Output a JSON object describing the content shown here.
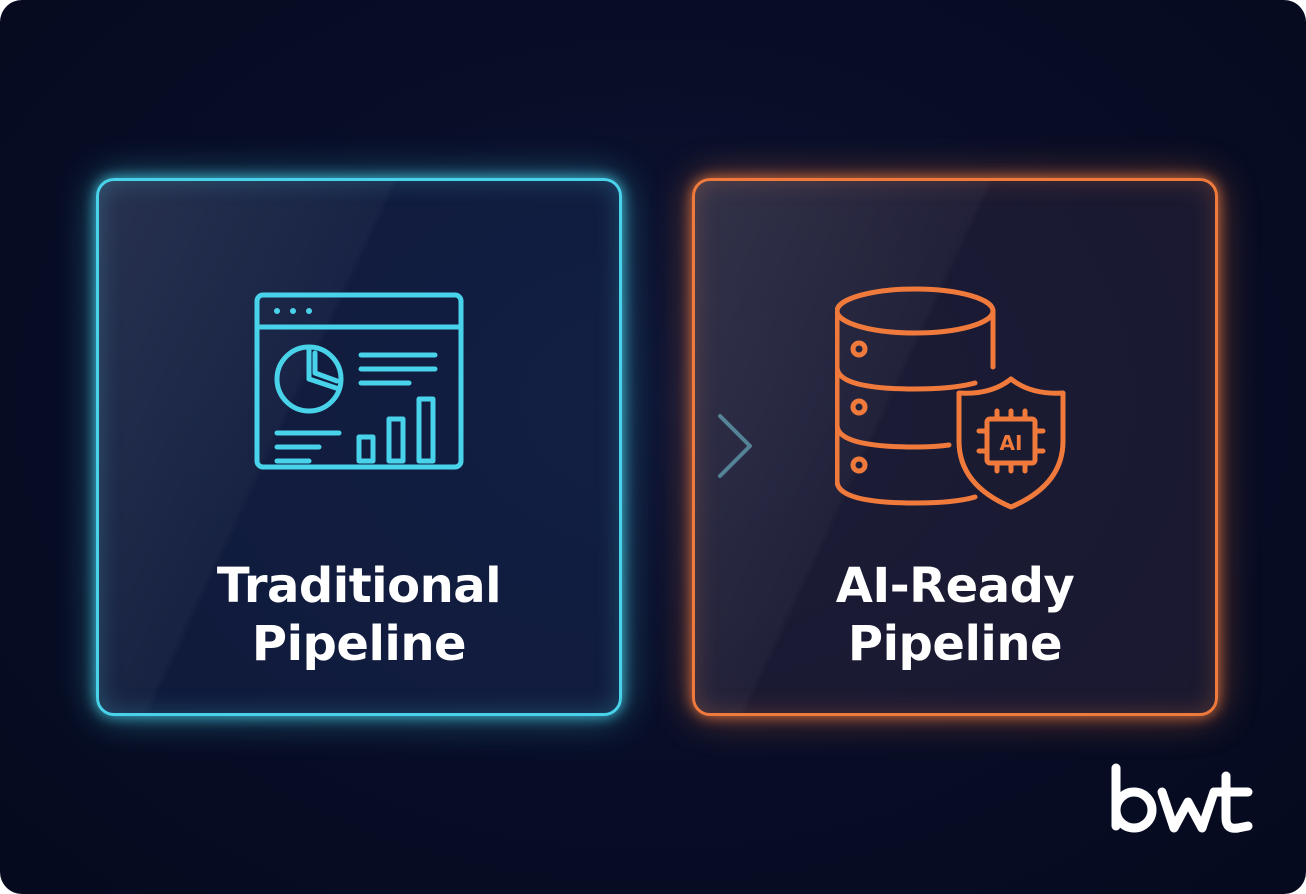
{
  "left_card": {
    "line1": "Traditional",
    "line2": "Pipeline",
    "icon": "dashboard-window-icon",
    "color": "#49d3ea"
  },
  "right_card": {
    "line1": "AI-Ready",
    "line2": "Pipeline",
    "icon": "database-ai-shield-icon",
    "shield_text": "AI",
    "color": "#f07a3c"
  },
  "arrow": {
    "icon": "right-arrow-icon",
    "color": "#49d3ea"
  },
  "logo": {
    "text": "bwt",
    "color": "#ffffff"
  },
  "background_color": "#080d26"
}
